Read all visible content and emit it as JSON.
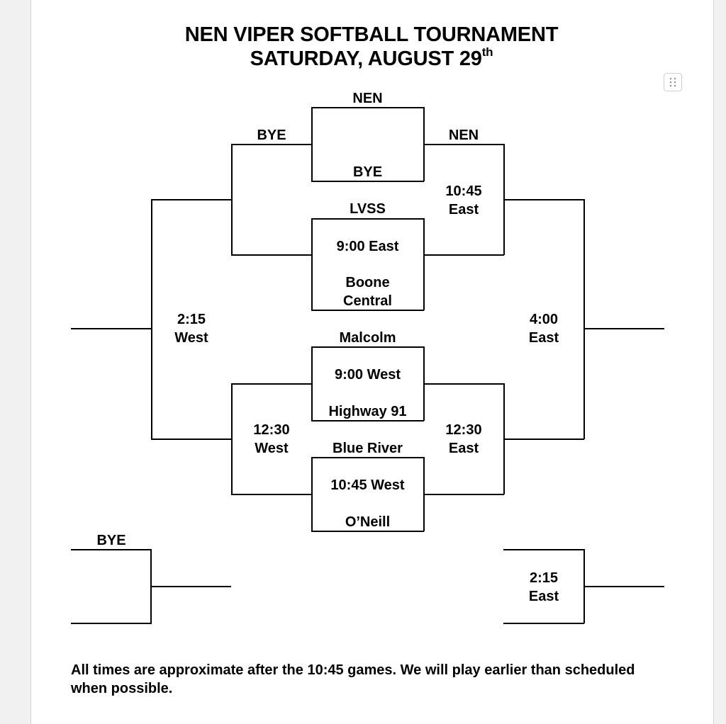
{
  "header": {
    "title_line1": "NEN VIPER SOFTBALL TOURNAMENT",
    "title_line2": "SATURDAY, AUGUST 29",
    "title_sup": "th"
  },
  "bracket": {
    "nen_top": "NEN",
    "bye_top_box": "BYE",
    "bye_left_r1": "BYE",
    "nen_advance": "NEN",
    "game_1045_east": "10:45\nEast",
    "lvss": "LVSS",
    "game_900_east": "9:00 East",
    "boone_central": "Boone\nCentral",
    "game_215_west": "2:15\nWest",
    "game_400_east": "4:00\nEast",
    "malcolm": "Malcolm",
    "game_900_west": "9:00 West",
    "highway_91": "Highway 91",
    "game_1230_west": "12:30\nWest",
    "game_1230_east": "12:30\nEast",
    "blue_river": "Blue River",
    "game_1045_west": "10:45 West",
    "oneill": "O’Neill",
    "bye_bottom": "BYE",
    "game_215_east": "2:15\nEast"
  },
  "footer": {
    "note": "All times are approximate after the 10:45 games.  We will play earlier than scheduled when possible."
  },
  "icons": {
    "drag_handle": "drag-handle-icon"
  }
}
